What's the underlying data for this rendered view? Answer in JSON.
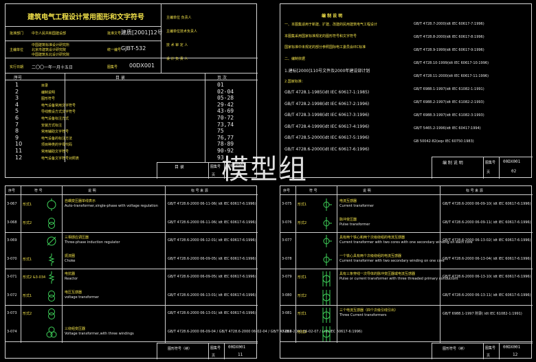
{
  "cover": {
    "title": "建筑电气工程设计常用图形和文字符号",
    "left_rows": [
      {
        "label": "批准部门",
        "value": "中华人民共和国建设部"
      },
      {
        "label": "主编单位",
        "value": "中国建筑标准设计研究所"
      },
      {
        "label": "",
        "value": "北京市建筑设计研究院"
      },
      {
        "label": "",
        "value": "中国建筑东北设计研究院"
      },
      {
        "label": "实行日期",
        "value": "二〇〇一年一月十五日"
      }
    ],
    "approval_label": "批准文号",
    "approval_value": "建质[2001]12号",
    "number_label": "统一编号",
    "number_value": "GJBT-532",
    "atlas_label": "图集号",
    "atlas_value": "00DX001",
    "right_rows": [
      "主编单位 负责人",
      "主编单位技术负责人",
      "技 术 审 定 人",
      "设 计 负 责 人"
    ],
    "toc_header": {
      "no": "序号",
      "name": "目  录",
      "page": "页  次"
    },
    "toc": [
      {
        "no": "1",
        "name": "目录",
        "page": "01"
      },
      {
        "no": "2",
        "name": "编制说明",
        "page": "02-04"
      },
      {
        "no": "3",
        "name": "图形符号",
        "page": "05-28"
      },
      {
        "no": "4",
        "name": "电气设备常用文字符号",
        "page": "29-42"
      },
      {
        "no": "5",
        "name": "导线敷设方式文字符号",
        "page": "43-69"
      },
      {
        "no": "6",
        "name": "电气设备标注方式",
        "page": "70-72"
      },
      {
        "no": "7",
        "name": "安装方式标注",
        "page": "73,74"
      },
      {
        "no": "8",
        "name": "常用辅助文字符号",
        "page": "75"
      },
      {
        "no": "9",
        "name": "电气设备的标注方法",
        "page": "76,77"
      },
      {
        "no": "10",
        "name": "项目种类的字母代码",
        "page": "78-89"
      },
      {
        "no": "11",
        "name": "常用辅助文字符号",
        "page": "90-92"
      },
      {
        "no": "12",
        "name": "电气设备文字符号对照表",
        "page": "93"
      }
    ],
    "footer": {
      "title": "目  录",
      "atlas_label": "图集号",
      "atlas": "00DX001",
      "page_label": "页",
      "page": "01"
    }
  },
  "notes": {
    "title": "编  制  说  明",
    "left_lines": [
      "一、本图集适用于新建、扩建、改建的民用建筑电气工程设计",
      "本图集采用国家标准规定的图形符号和文字符号",
      "国家标准中未规定的部分参照国际电工委员会IEC标准",
      "二、编制依据",
      "1.建标[2000]110号文件及2000年建设部计划",
      "2.国家标准：",
      "GB/T 4728.1-1985(idt IEC 60617-1:1985)",
      "GB/T 4728.2-1998(idt IEC 60617-2:1996)",
      "GB/T 4728.3-1998(idt IEC 60617-3:1996)",
      "GB/T 4728.4-1999(idt IEC 60617-4:1996)",
      "GB/T 4728.5-2000(idt IEC 60617-5:1996)",
      "GB/T 4728.6-2000(idt IEC 60617-6:1996)"
    ],
    "right_lines": [
      "GB/T 4728.7-2000(idt IEC 60617-7:1996)",
      "GB/T 4728.8-2000(idt IEC 60617-8:1996)",
      "GB/T 4728.9-1999(idt IEC 60617-9:1996)",
      "GB/T 4728.10-1999(idt IEC 60617-10:1996)",
      "GB/T 4728.11-2000(idt IEC 60617-11:1996)",
      "GB/T 6988.1-1997(idt IEC 61082-1:1991)",
      "GB/T 6988.2-1997(idt IEC 61082-2:1993)",
      "GB/T 6988.3-1997(idt IEC 61082-3:1993)",
      "GB/T 5465.2-1996(idt IEC 60417:1994)",
      "GB 50042-82(eqv IEC 60750:1983)"
    ],
    "footer": {
      "title": "编  制  说  明",
      "atlas_label": "图集号",
      "atlas": "00DX001",
      "page_label": "页",
      "page": "02"
    }
  },
  "sheet11": {
    "header": {
      "no": "序号",
      "sym": "符  号",
      "desc": "说                明",
      "std": "标    号    来    源"
    },
    "rows": [
      {
        "no": "3-067",
        "form": "形式1",
        "cn": "自耦变压器单线表示",
        "en": "Auto-transformer,single-phase with voltage regulation",
        "std": "GB/T 4728.6-2000 06-11-06( idt IEC 60617-6:1996)"
      },
      {
        "no": "3-068",
        "form": "形式2",
        "cn": "",
        "en": "",
        "std": "GB/T 4728.6-2000 06-11-06( idt IEC 60617-6:1996)"
      },
      {
        "no": "3-069",
        "form": "",
        "cn": "三相感应调压器",
        "en": "Three-phase induction regulator",
        "std": "GB/T 4728.6-2000 06-12-01( idt IEC 60617-6:1996)"
      },
      {
        "no": "3-070",
        "form": "形式1",
        "cn": "扼流圈",
        "en": "Choke",
        "std": "GB/T 4728.6-2000 06-09-05( idt IEC 60617-6:1996)"
      },
      {
        "no": "3-071",
        "form": "形式2 &3-034",
        "cn": "电抗器",
        "en": "Reactor",
        "std": "GB/T 4728.6-2000 06-09-05( idt IEC 60617-6:1996)"
      },
      {
        "no": "3-072",
        "form": "形式1",
        "cn": "电压互感器",
        "en": "voltage transformer",
        "std": "GB/T 4728.6-2000 06-13-01( idt IEC 60617-6:1996)"
      },
      {
        "no": "3-073",
        "form": "形式2",
        "cn": "",
        "en": "",
        "std": "GB/T 4728.6-2000 06-13-01( idt IEC 60617-6:1996)"
      },
      {
        "no": "3-074",
        "form": "",
        "cn": "三绕组变压器",
        "en": "Voltage transformer,with three windings",
        "std": "GB/T 4728.6-2000 06-09-04 / GB/T 4728.6-2000 06-02-04 / GB/T 4728.6-2000 06-02-07 / ( idt IEC 60617-6:1996)"
      }
    ],
    "footer": {
      "title": "图形符号（续）",
      "atlas_label": "图集号",
      "atlas": "00DX001",
      "page_label": "页",
      "page": "11"
    }
  },
  "sheet12": {
    "header": {
      "no": "序号",
      "sym": "符  号",
      "desc": "说                明",
      "std": "标    号    来    源"
    },
    "rows": [
      {
        "no": "3-075",
        "form": "形式1",
        "cn": "电流互感器",
        "en": "Current transformer",
        "std": "GB/T 4728.6-2000 06-09-10( idt IEC 60617-6:1996)"
      },
      {
        "no": "3-076",
        "form": "形式2",
        "cn": "脉冲变压器",
        "en": "Pulse transformer",
        "std": "GB/T 4728.6-2000 06-09-11( idt IEC 60617-6:1996)"
      },
      {
        "no": "3-077",
        "form": "",
        "cn": "具有两个铁心和两个次级绕组的电流互感器",
        "en": "Current transformer with two cores with one secondary winding on each core",
        "std": "GB/T 4728.6-2000 06-13-02( idt IEC 60617-6:1996)"
      },
      {
        "no": "3-078",
        "form": "",
        "cn": "一个铁心具有两个次级绕组的电流互感器",
        "en": "Current transformer with two secondary winding on one core",
        "std": "GB/T 4728.6-2000 06-13-04( idt IEC 60617-6:1996)"
      },
      {
        "no": "3-079",
        "form": "形式1",
        "cn": "具有三条穿线一次导体的脉冲变压器或电流互感器",
        "en": "Pulse or current transformer with three threaded primary conductors",
        "std": "GB/T 4728.6-2000 06-13-10( idt IEC 60617-6:1996)"
      },
      {
        "no": "3-080",
        "form": "形式2",
        "cn": "",
        "en": "",
        "std": "GB/T 4728.6-2000 06-13-11( idt IEC 60617-6:1996)"
      },
      {
        "no": "3-081",
        "form": "形式1",
        "cn": "三个电流互感器（四个次级引线引出）",
        "en": "Three Current transformers",
        "std": "GB/T 6988.1-1997 附录( idt IEC 61082-1:1991)"
      },
      {
        "no": "3-082",
        "form": "形式2",
        "cn": "",
        "en": "",
        "std": ""
      }
    ],
    "footer": {
      "title": "图形符号（续）",
      "atlas_label": "图集号",
      "atlas": "00DX001",
      "page_label": "页",
      "page": "12"
    }
  },
  "watermark": "模型组"
}
